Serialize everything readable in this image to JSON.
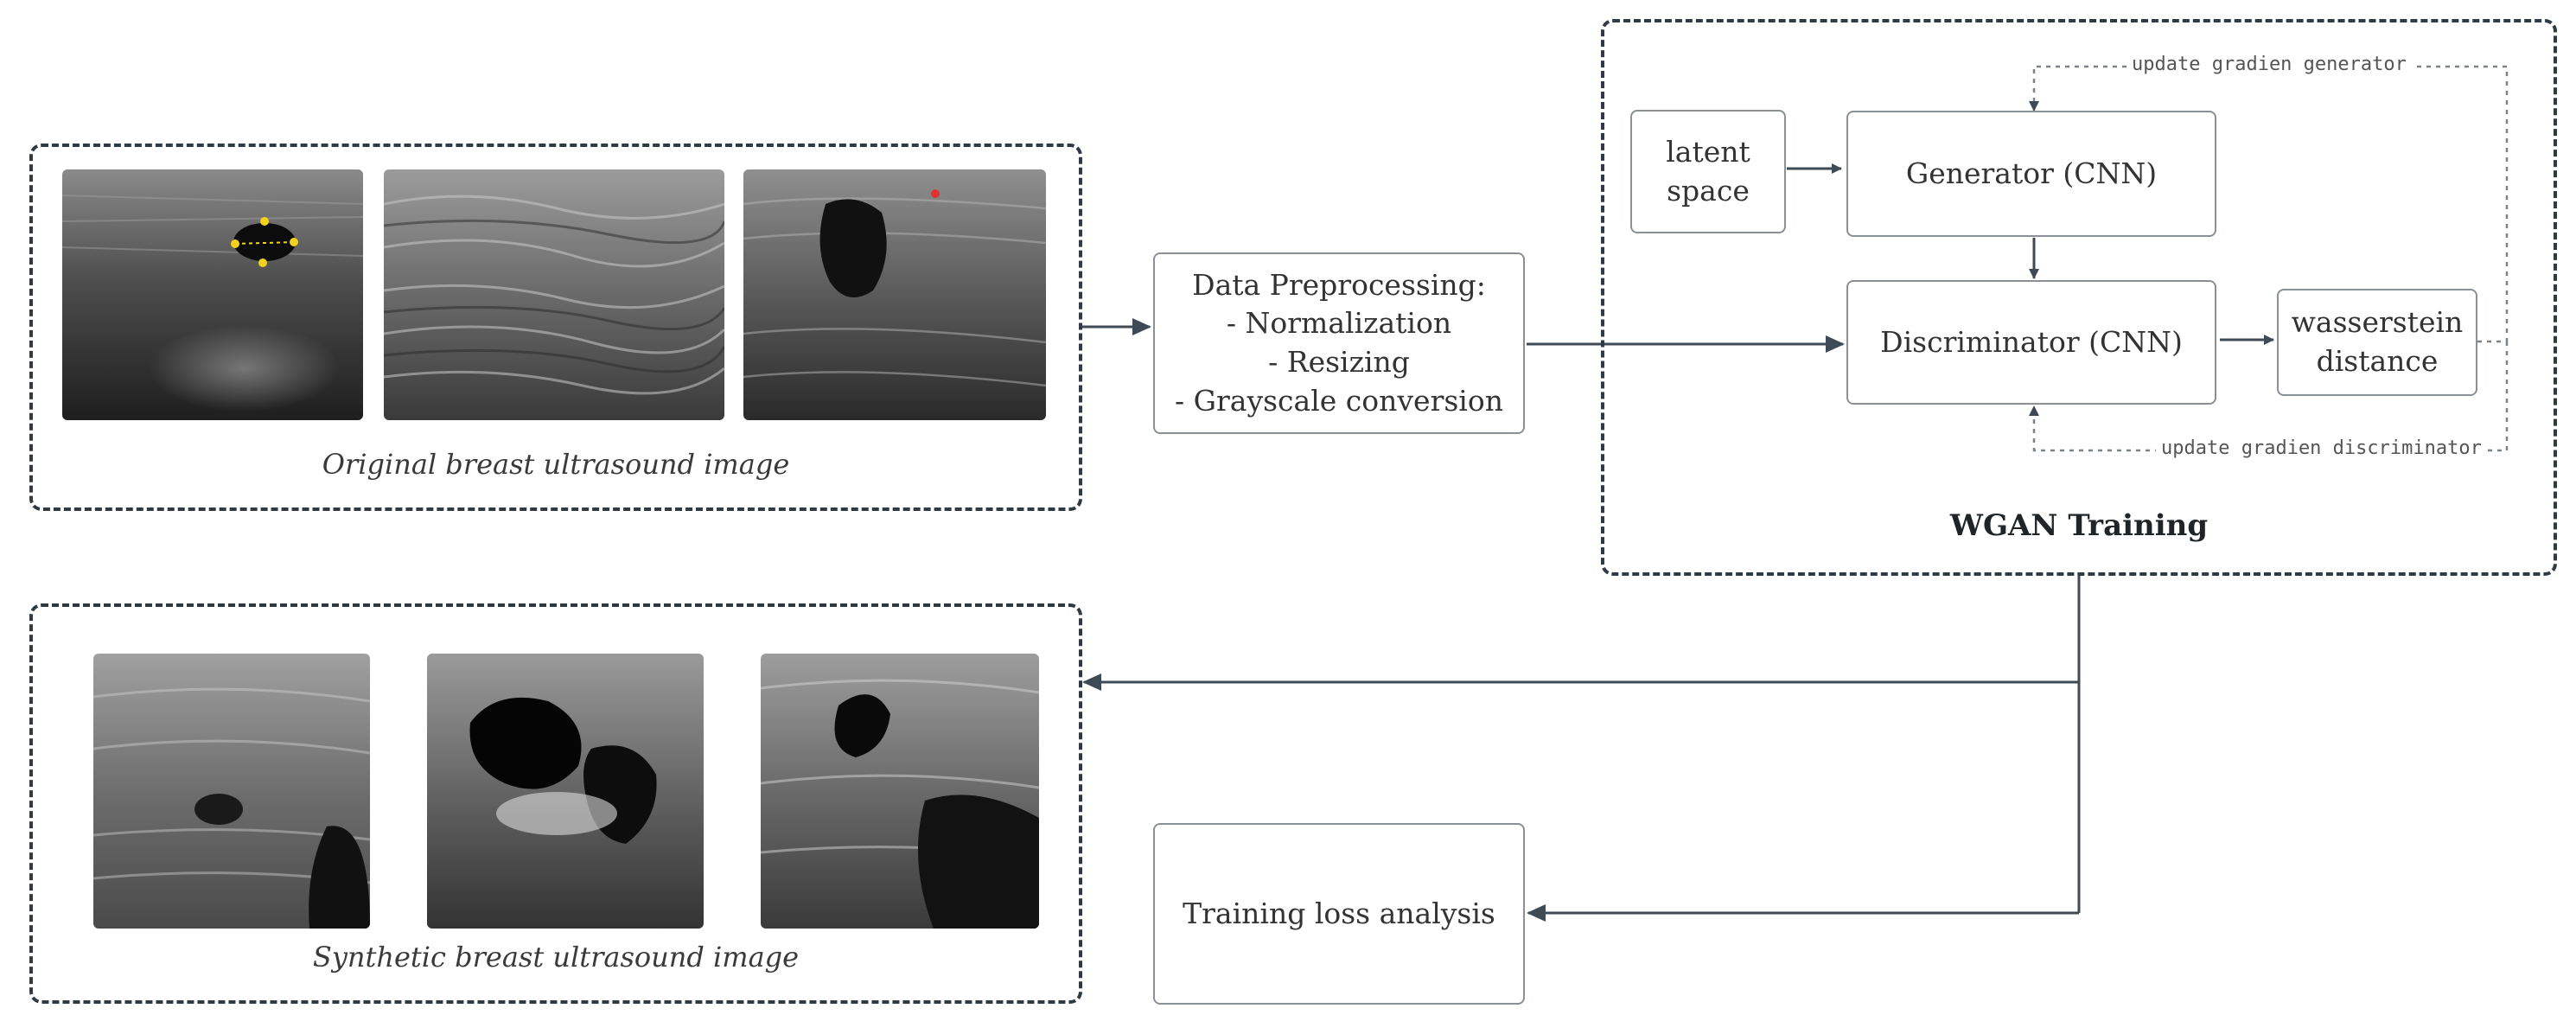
{
  "original_group": {
    "caption": "Original breast ultrasound image",
    "images": [
      "ultrasound-original-1",
      "ultrasound-original-2",
      "ultrasound-original-3"
    ]
  },
  "synthetic_group": {
    "caption": "Synthetic breast ultrasound image",
    "images": [
      "ultrasound-synthetic-1",
      "ultrasound-synthetic-2",
      "ultrasound-synthetic-3"
    ]
  },
  "preprocessing": {
    "text": "Data Preprocessing:\n- Normalization\n- Resizing\n- Grayscale conversion"
  },
  "wgan": {
    "title": "WGAN Training",
    "latent": "latent\nspace",
    "generator": "Generator (CNN)",
    "discriminator": "Discriminator (CNN)",
    "distance": "wasserstein\ndistance",
    "feedback_generator": "update gradien generator",
    "feedback_discriminator": "update gradien discriminator"
  },
  "loss_analysis": {
    "text": "Training loss analysis"
  },
  "colors": {
    "dashed_border": "#2f3a44",
    "arrow": "#3e4a56",
    "node_border": "#8b9096"
  }
}
